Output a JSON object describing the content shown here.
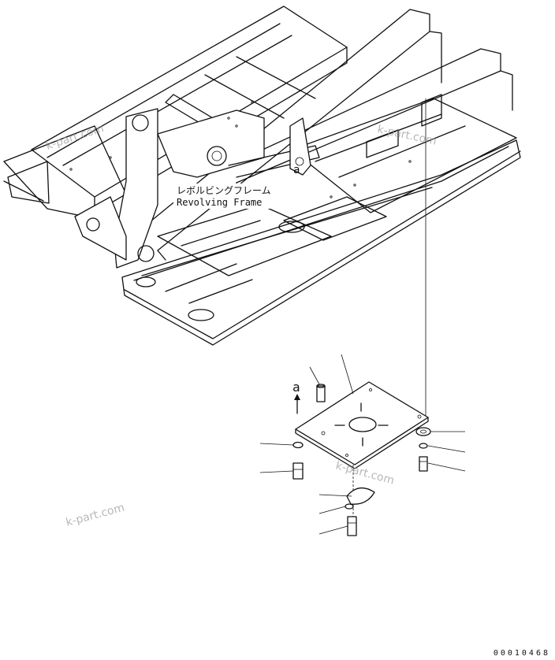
{
  "frame_label": {
    "jp": "レボルビングフレーム",
    "en": "Revolving Frame"
  },
  "reference_letter": "a",
  "watermark": "k-part.com",
  "drawing_number": "00010468",
  "callout_count": 10,
  "colors": {
    "ink": "#111111",
    "paper": "#ffffff",
    "watermark": "#9a9a9a"
  }
}
